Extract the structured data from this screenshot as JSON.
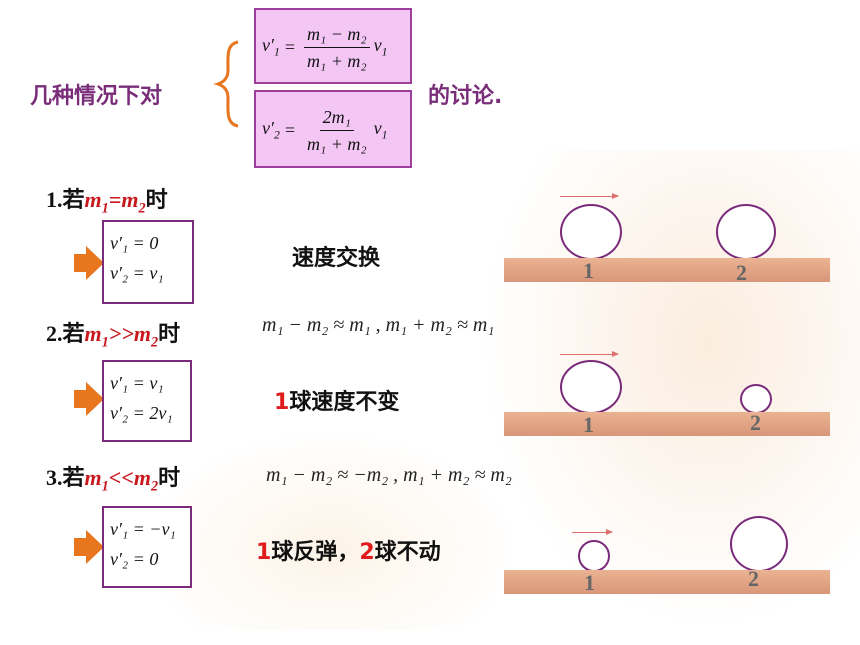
{
  "title": {
    "before": "几种情况下对",
    "after": "的讨论."
  },
  "formulas": {
    "v1": {
      "lhs": "v′",
      "sub": "1",
      "num": "m₁ − m₂",
      "den": "m₁ + m₂",
      "tail": "v",
      "tailsub": "1"
    },
    "v2": {
      "lhs": "v′",
      "sub": "2",
      "num": "2m₁",
      "den": "m₁ + m₂",
      "tail": "v",
      "tailsub": "1"
    }
  },
  "cases": [
    {
      "prefix": "1.若",
      "m1": "m",
      "s1": "1",
      "op": "=",
      "m2": "m",
      "s2": "2",
      "suffix": "时",
      "res1": "v′₁ = 0",
      "res2": "v′₂ = v₁",
      "approx": "",
      "label_num": "",
      "label_text": "速度交换",
      "balls": [
        "1",
        "2"
      ]
    },
    {
      "prefix": "2.若",
      "m1": "m",
      "s1": "1",
      "op": ">>",
      "m2": "m",
      "s2": "2",
      "suffix": "时",
      "res1": "v′₁ = v₁",
      "res2": "v′₂ = 2v₁",
      "approx": "m₁ − m₂ ≈ m₁ , m₁ + m₂ ≈ m₁",
      "label_num": "1",
      "label_text": "球速度不变",
      "balls": [
        "1",
        "2"
      ]
    },
    {
      "prefix": "3.若",
      "m1": "m",
      "s1": "1",
      "op": "<<",
      "m2": "m",
      "s2": "2",
      "suffix": "时",
      "res1": "v′₁ = −v₁",
      "res2": "v′₂ = 0",
      "approx": "m₁ − m₂ ≈ −m₂ , m₁ + m₂ ≈ m₂",
      "label_num": "1",
      "label_text": "球反弹，",
      "label_num2": "2",
      "label_text2": "球不动",
      "balls": [
        "1",
        "2"
      ]
    }
  ],
  "colors": {
    "accent_purple": "#7a2e7a",
    "box_fill": "#f4c6f4",
    "red": "#c8191f",
    "arrow": "#e8761f",
    "track": "#e3a787"
  }
}
